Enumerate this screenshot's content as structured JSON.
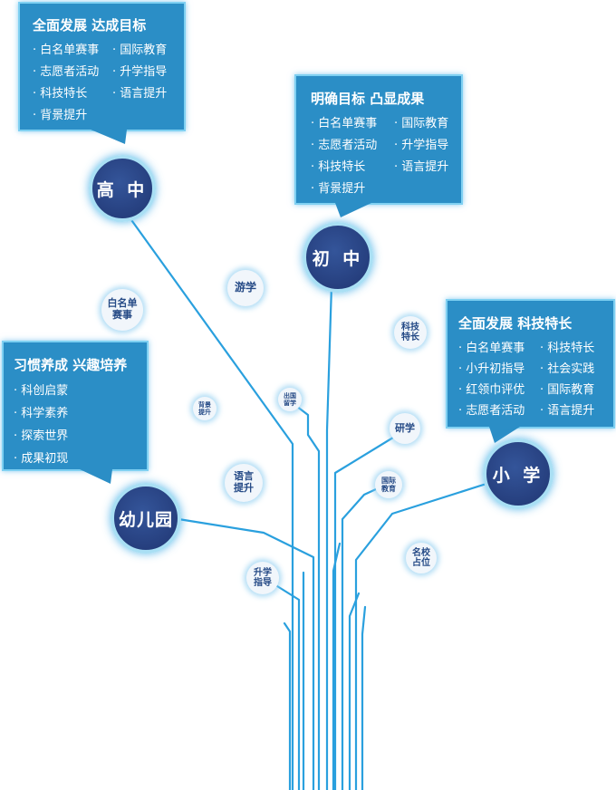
{
  "stages": {
    "high": {
      "label": "高 中",
      "title": "全面发展  达成目标",
      "items": [
        "白名单赛事",
        "国际教育",
        "志愿者活动",
        "升学指导",
        "科技特长",
        "语言提升",
        "背景提升"
      ]
    },
    "middle": {
      "label": "初 中",
      "title": "明确目标  凸显成果",
      "items": [
        "白名单赛事",
        "国际教育",
        "志愿者活动",
        "升学指导",
        "科技特长",
        "语言提升",
        "背景提升"
      ]
    },
    "primary": {
      "label": "小 学",
      "title": "全面发展  科技特长",
      "items": [
        "白名单赛事",
        "科技特长",
        "小升初指导",
        "社会实践",
        "红领巾评优",
        "国际教育",
        "志愿者活动",
        "语言提升"
      ]
    },
    "kinder": {
      "label": "幼儿园",
      "title": "习惯养成  兴趣培养",
      "items": [
        "科创启蒙",
        "科学素养",
        "探索世界",
        "成果初现"
      ]
    }
  },
  "bubbles": {
    "whitelist": {
      "l1": "白名单",
      "l2": "赛事"
    },
    "study_tour": {
      "l1": "游学"
    },
    "sci_tech": {
      "l1": "科技",
      "l2": "特长"
    },
    "background": {
      "l1": "背景",
      "l2": "提升"
    },
    "study_abroad": {
      "l1": "出国",
      "l2": "留学"
    },
    "research": {
      "l1": "研学"
    },
    "intl_edu": {
      "l1": "国际",
      "l2": "教育"
    },
    "language": {
      "l1": "语言",
      "l2": "提升"
    },
    "admission": {
      "l1": "升学",
      "l2": "指导"
    },
    "elite_school": {
      "l1": "名校",
      "l2": "占位"
    }
  }
}
